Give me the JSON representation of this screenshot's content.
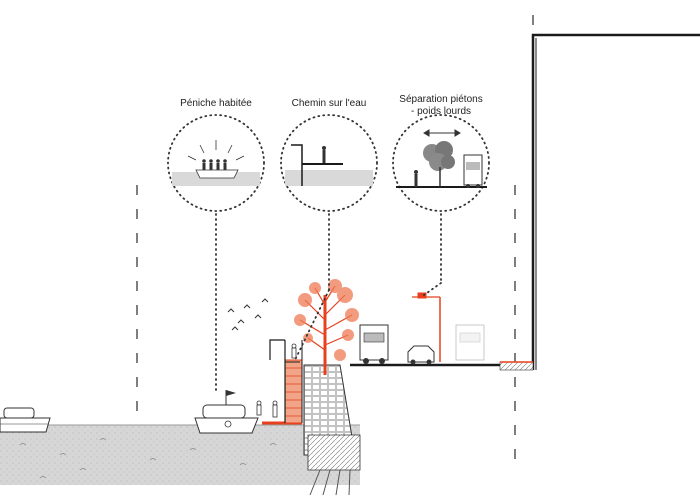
{
  "callouts": [
    {
      "id": "peniche",
      "title": "Péniche habitée"
    },
    {
      "id": "chemin",
      "title": "Chemin sur l'eau"
    },
    {
      "id": "separation",
      "title_line1": "Séparation piétons",
      "title_line2": "- poids lourds"
    }
  ],
  "colors": {
    "accent": "#e8401c",
    "ink": "#1a1a1a",
    "water": "#d9d9d9",
    "stone": "#bbbbbb"
  },
  "icons": {
    "boat": "boat-icon",
    "person": "person-icon",
    "tree": "tree-icon",
    "truck": "truck-icon",
    "car": "car-icon",
    "streetlight": "streetlight-icon",
    "bird": "bird-icon",
    "double_arrow": "double-arrow-icon"
  }
}
